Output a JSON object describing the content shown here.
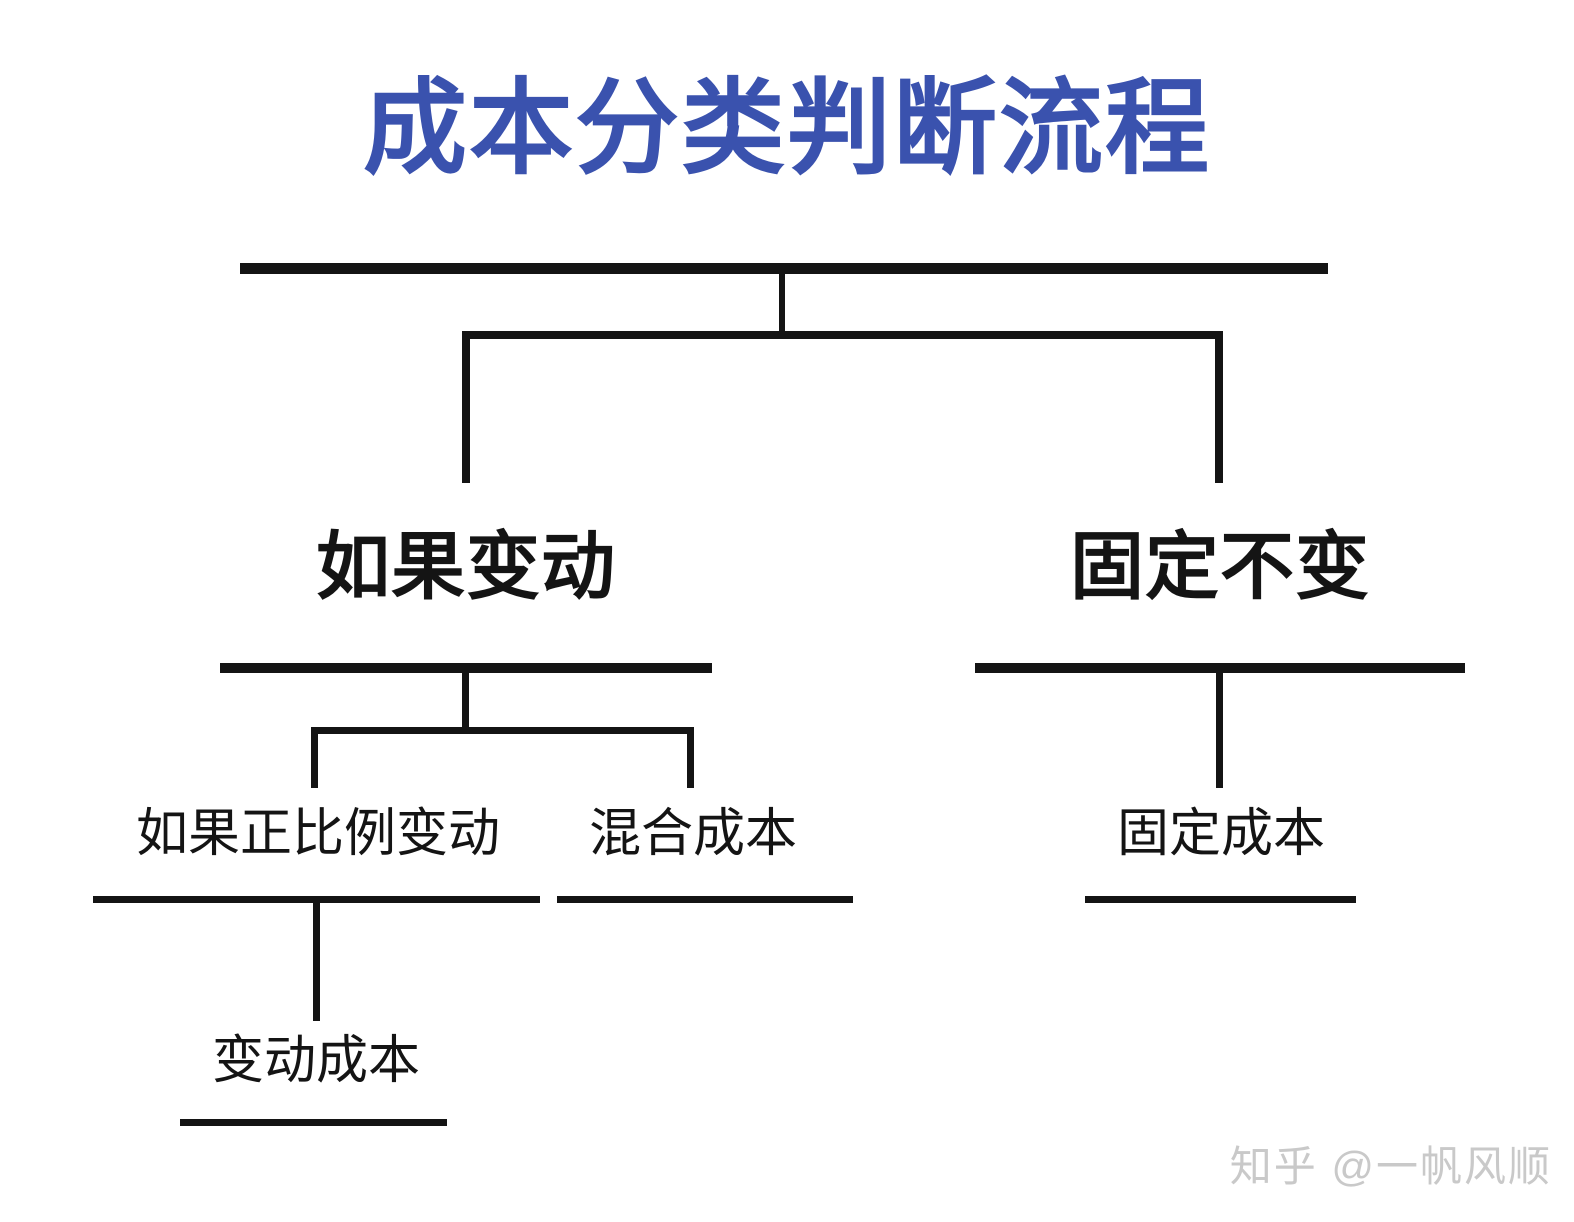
{
  "title": "成本分类判断流程",
  "colors": {
    "title": "#3a52ae",
    "line": "#141414",
    "text": "#141414",
    "watermark": "#c9c9c9",
    "background": "#ffffff"
  },
  "nodes": {
    "root_label": "",
    "branch_left": "如果变动",
    "branch_right": "固定不变",
    "left_child_1": "如果正比例变动",
    "left_child_2": "混合成本",
    "right_child_1": "固定成本",
    "leaf_bottom": "变动成本"
  },
  "chart_data": {
    "type": "diagram",
    "diagram_kind": "tree",
    "title": "成本分类判断流程",
    "orientation": "top-down",
    "nodes": [
      {
        "id": "root",
        "label": "",
        "level": 0,
        "style": "bar-only"
      },
      {
        "id": "n1",
        "label": "如果变动",
        "level": 1,
        "style": "bold-underlined"
      },
      {
        "id": "n2",
        "label": "固定不变",
        "level": 1,
        "style": "bold-underlined"
      },
      {
        "id": "n1a",
        "label": "如果正比例变动",
        "level": 2,
        "style": "underlined"
      },
      {
        "id": "n1b",
        "label": "混合成本",
        "level": 2,
        "style": "underlined"
      },
      {
        "id": "n2a",
        "label": "固定成本",
        "level": 2,
        "style": "underlined"
      },
      {
        "id": "n1a1",
        "label": "变动成本",
        "level": 3,
        "style": "underlined"
      }
    ],
    "edges": [
      {
        "from": "root",
        "to": "n1"
      },
      {
        "from": "root",
        "to": "n2"
      },
      {
        "from": "n1",
        "to": "n1a"
      },
      {
        "from": "n1",
        "to": "n1b"
      },
      {
        "from": "n2",
        "to": "n2a"
      },
      {
        "from": "n1a",
        "to": "n1a1"
      }
    ]
  },
  "watermark": {
    "text": "知乎 @一帆风顺"
  }
}
